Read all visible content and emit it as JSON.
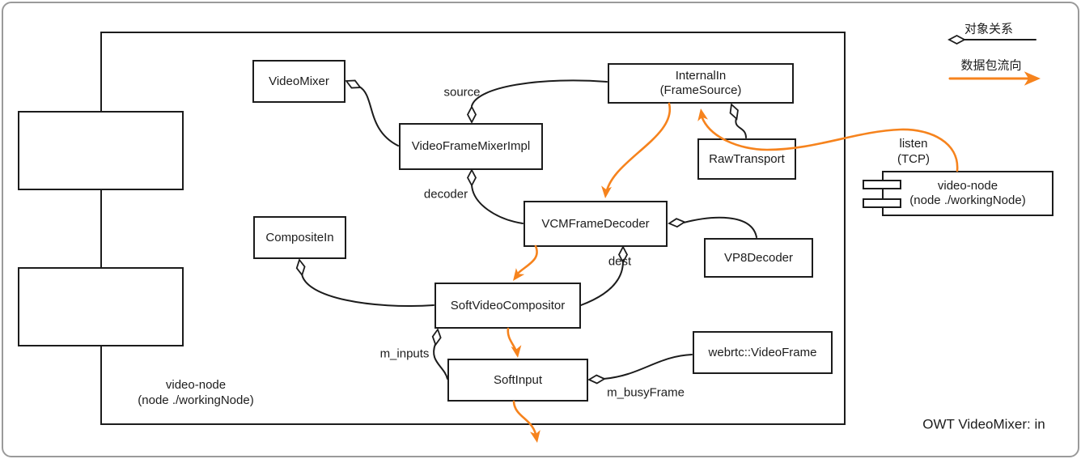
{
  "title": "OWT VideoMixer: in",
  "colors": {
    "line": "#1c1c1c",
    "flow": "#f6831d",
    "frame": "#9a9a9a"
  },
  "legend": {
    "object_relation": "对象关系",
    "data_flow": "数据包流向"
  },
  "container_label": {
    "line1": "video-node",
    "line2": "(node ./workingNode)"
  },
  "nodes": {
    "video_mixer": {
      "label": "VideoMixer"
    },
    "internal_in": {
      "line1": "InternalIn",
      "line2": "(FrameSource)"
    },
    "video_frame_mixer_impl": {
      "label": "VideoFrameMixerImpl"
    },
    "raw_transport": {
      "label": "RawTransport"
    },
    "composite_in": {
      "label": "CompositeIn"
    },
    "vcm_frame_decoder": {
      "label": "VCMFrameDecoder"
    },
    "vp8_decoder": {
      "label": "VP8Decoder"
    },
    "soft_video_compositor": {
      "label": "SoftVideoCompositor"
    },
    "soft_input": {
      "label": "SoftInput"
    },
    "webrtc_video_frame": {
      "label": "webrtc::VideoFrame"
    },
    "video_node_component": {
      "line1": "video-node",
      "line2": "(node ./workingNode)"
    }
  },
  "edge_labels": {
    "source": "source",
    "decoder": "decoder",
    "dest": "dest",
    "m_inputs": "m_inputs",
    "m_busy_frame": "m_busyFrame",
    "listen_line1": "listen",
    "listen_line2": "(TCP)"
  }
}
